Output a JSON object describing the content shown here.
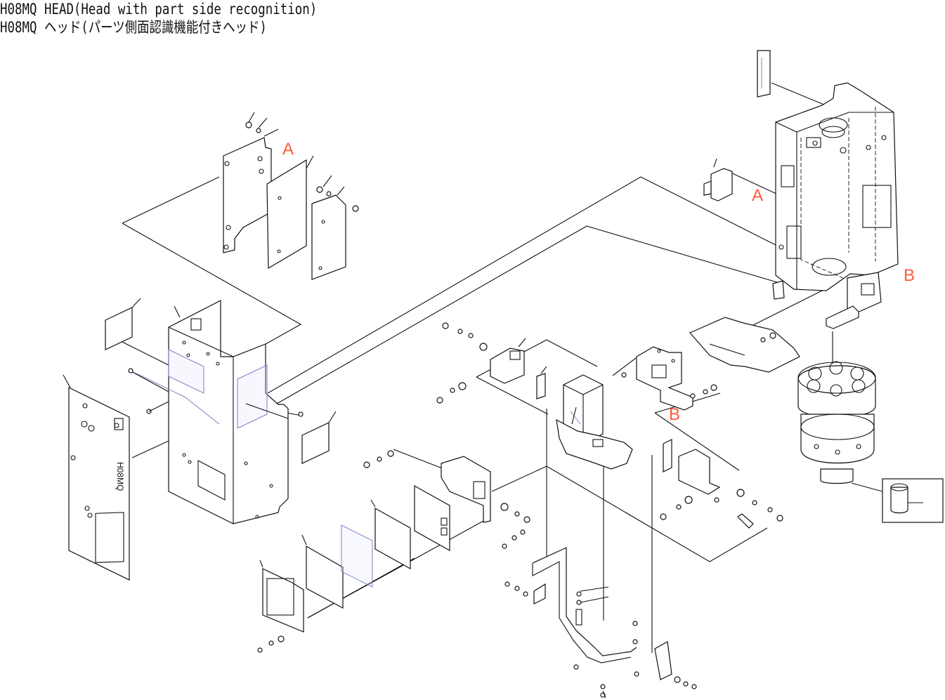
{
  "header": {
    "title_en": "H08MQ HEAD(Head with part side recognition)",
    "title_ja": "H08MQ ヘッド(パーツ側面認識機能付きヘッド)"
  },
  "markers": {
    "a_top": "A",
    "a_frame": "A",
    "b_frame": "B",
    "b_bracket": "B"
  },
  "panel_print": "H08MQ",
  "colors": {
    "marker": "#ff5a3c",
    "line": "#111111",
    "hidden": "#7a7fc7"
  }
}
